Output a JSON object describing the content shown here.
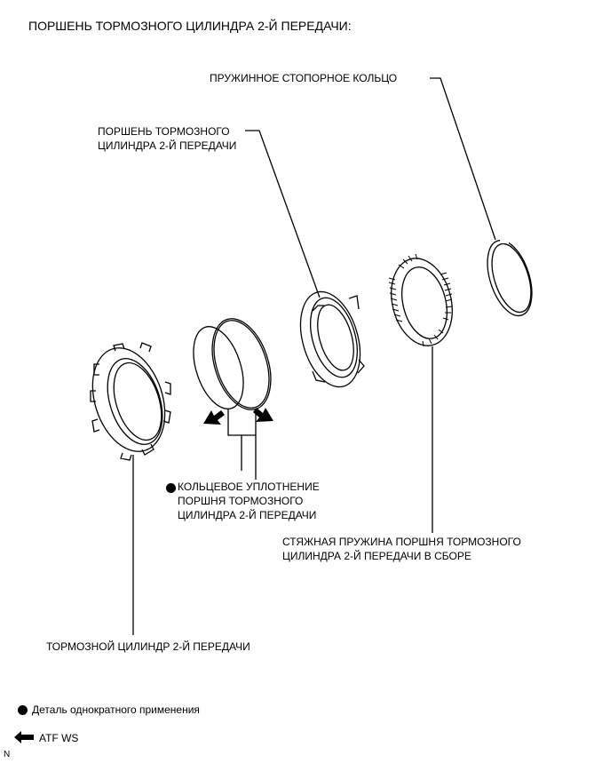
{
  "title": "ПОРШЕНЬ ТОРМОЗНОГО ЦИЛИНДРА 2-Й ПЕРЕДАЧИ:",
  "labels": {
    "snap_ring": "ПРУЖИННОЕ СТОПОРНОЕ КОЛЬЦО",
    "piston_line1": "ПОРШЕНЬ ТОРМОЗНОГО",
    "piston_line2": "ЦИЛИНДРА 2-Й ПЕРЕДАЧИ",
    "oring_line1": "КОЛЬЦЕВОЕ УПЛОТНЕНИЕ",
    "oring_line2": "ПОРШНЯ ТОРМОЗНОГО",
    "oring_line3": "ЦИЛИНДРА 2-Й ПЕРЕДАЧИ",
    "spring_line1": "СТЯЖНАЯ ПРУЖИНА ПОРШНЯ ТОРМОЗНОГО",
    "spring_line2": "ЦИЛИНДРА 2-Й ПЕРЕДАЧИ В СБОРЕ",
    "cylinder": "ТОРМОЗНОЙ ЦИЛИНДР 2-Й ПЕРЕДАЧИ"
  },
  "legend": {
    "nonreusable": "Деталь однократного применения",
    "atf": "ATF WS",
    "corner": "N"
  },
  "colors": {
    "ink": "#000000",
    "background": "#ffffff"
  }
}
